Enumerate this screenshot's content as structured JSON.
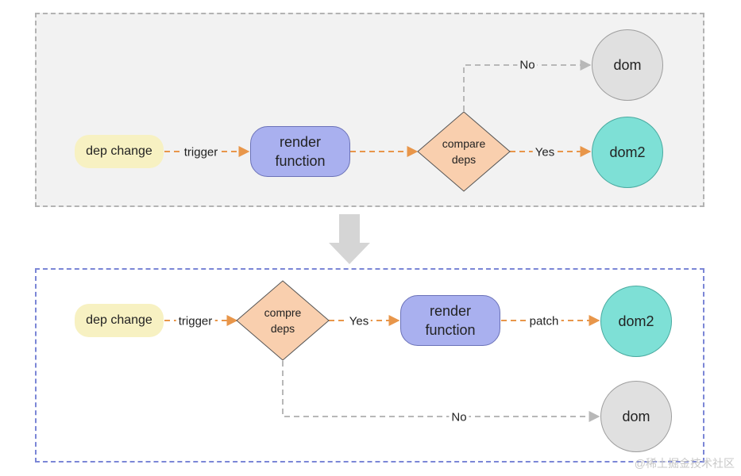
{
  "top": {
    "trigger_node": "dep change",
    "edge_trigger": "trigger",
    "render_line1": "render",
    "render_line2": "function",
    "decision_line1": "compare",
    "decision_line2": "deps",
    "edge_no": "No",
    "edge_yes": "Yes",
    "dom_no": "dom",
    "dom_yes": "dom2"
  },
  "bottom": {
    "trigger_node": "dep change",
    "edge_trigger": "trigger",
    "decision_line1": "compre",
    "decision_line2": "deps",
    "edge_yes": "Yes",
    "render_line1": "render",
    "render_line2": "function",
    "edge_patch": "patch",
    "dom_yes": "dom2",
    "edge_no": "No",
    "dom_no": "dom"
  },
  "colors": {
    "orange_edge": "#e8964a",
    "grey_edge": "#b8b8b8",
    "trigger_fill": "#f7f1c2",
    "render_fill": "#a9b0ef",
    "decision_fill": "#f9cfae",
    "dom_grey": "#e0e0e0",
    "dom_teal": "#7ee0d6"
  },
  "watermark": "@稀土掘金技术社区"
}
